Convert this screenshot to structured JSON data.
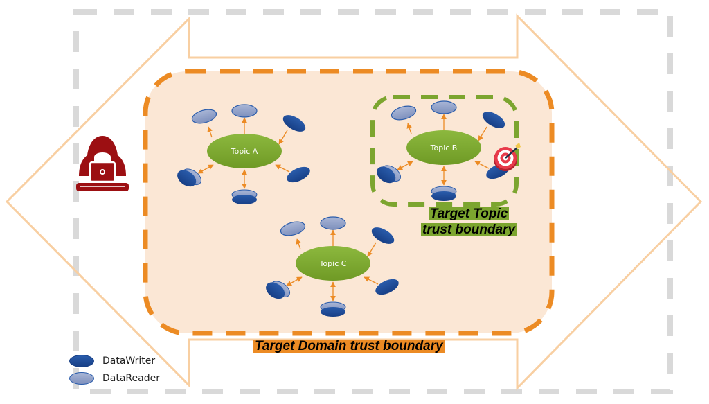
{
  "diagram": {
    "title": "Topic and Domain trust boundaries",
    "colors": {
      "outer_dashed_boundary": "#d9d9d9",
      "double_arrow_outline": "#f8cfa2",
      "domain_fill": "#fbe7d5",
      "domain_dash": "#ec8b24",
      "topic_dash": "#7ca52f",
      "topic_fill": "#7ca52f",
      "connector": "#ec8b24",
      "data_writer": "#1f4e9c",
      "data_reader": "#8fa0c8",
      "attacker": "#9c0f12",
      "target": "#e83a4a"
    },
    "attacker": {
      "icon": "hacker-laptop-icon"
    },
    "target": {
      "icon": "bullseye-target-icon",
      "attached_to": "Topic B"
    },
    "topics": [
      {
        "id": "A",
        "label": "Topic A",
        "in_target_topic_boundary": false
      },
      {
        "id": "B",
        "label": "Topic B",
        "in_target_topic_boundary": true
      },
      {
        "id": "C",
        "label": "Topic C",
        "in_target_topic_boundary": false
      }
    ],
    "endpoints_per_topic": [
      {
        "position": "upper-left",
        "type": "DataReader",
        "direction": "topic-to-endpoint"
      },
      {
        "position": "top",
        "type": "DataReader",
        "direction": "topic-to-endpoint"
      },
      {
        "position": "upper-right",
        "type": "DataWriter",
        "direction": "endpoint-to-topic"
      },
      {
        "position": "lower-right",
        "type": "DataWriter",
        "direction": "endpoint-to-topic"
      },
      {
        "position": "bottom",
        "type": "DataWriter+DataReader",
        "direction": "bidirectional"
      },
      {
        "position": "lower-left",
        "type": "DataWriter+DataReader",
        "direction": "bidirectional"
      }
    ],
    "labels": {
      "target_topic_line1": "Target Topic",
      "target_topic_line2": "trust boundary",
      "target_domain": "Target Domain trust boundary"
    },
    "legend": [
      {
        "label": "DataWriter",
        "type": "writer"
      },
      {
        "label": "DataReader",
        "type": "reader"
      }
    ]
  }
}
